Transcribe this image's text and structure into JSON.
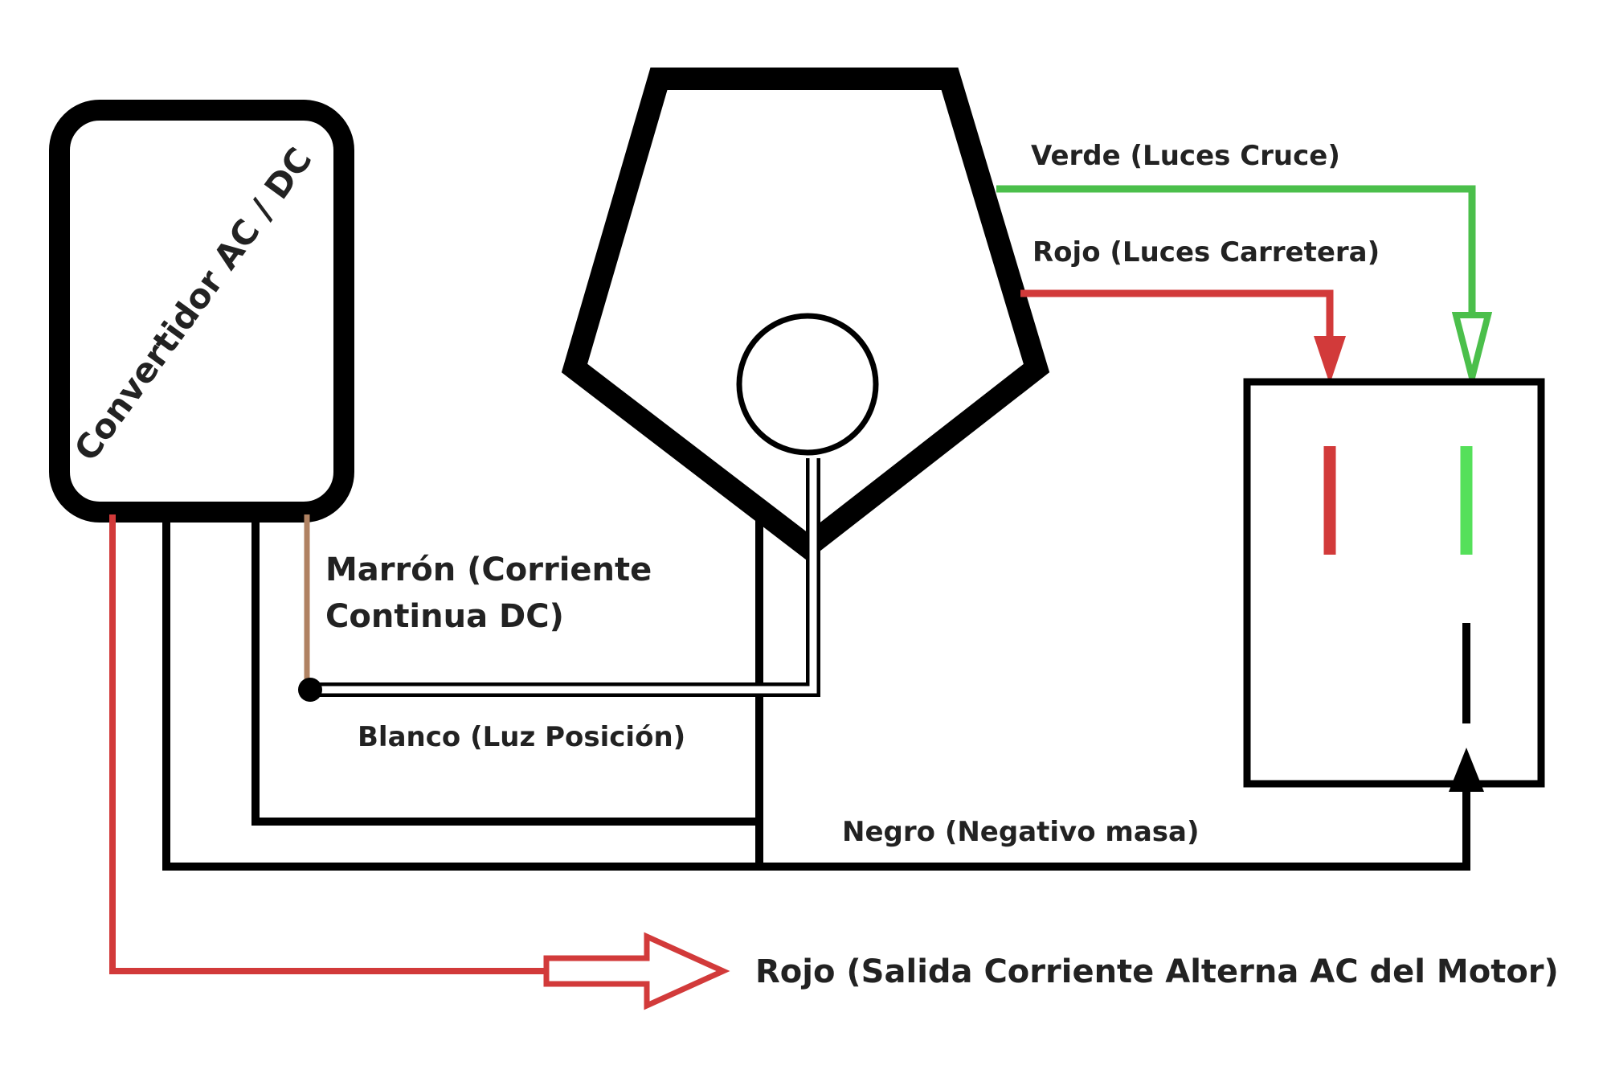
{
  "converter": {
    "label": "Convertidor AC / DC"
  },
  "wires": {
    "verde": "Verde (Luces Cruce)",
    "rojo_carretera": "Rojo (Luces Carretera)",
    "marron_line1": "Marrón (Corriente",
    "marron_line2": "Continua DC)",
    "blanco": "Blanco (Luz Posición)",
    "negro": "Negro (Negativo masa)",
    "rojo_salida": "Rojo (Salida Corriente Alterna AC del Motor)"
  },
  "colors": {
    "black": "#000000",
    "red": "#d23a3a",
    "green": "#4bbf4b",
    "bright_green": "#55e05a",
    "brown": "#b08262",
    "white": "#ffffff",
    "text": "#222222"
  }
}
